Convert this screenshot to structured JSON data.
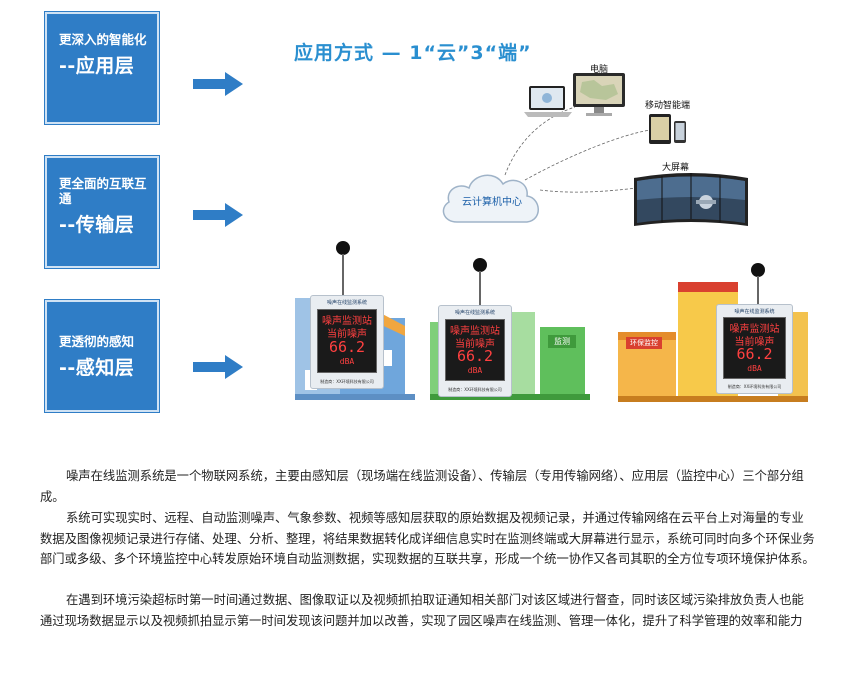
{
  "layers": [
    {
      "sub": "更深入的智能化",
      "main": "--应用层"
    },
    {
      "sub": "更全面的互联互通",
      "main": "--传输层"
    },
    {
      "sub": "更透彻的感知",
      "main": "--感知层"
    }
  ],
  "title": "应用方式 — 1“云”3“端”",
  "devices": {
    "computer": "电脑",
    "mobile": "移动智能端",
    "screen": "大屏幕"
  },
  "cloud_label": "云计算机中心",
  "station": {
    "header": "噪声在线监测系统",
    "line1": "噪声监测站",
    "line2": "当前噪声",
    "value": "66.2",
    "unit": "dBA",
    "footer": "制造商：XX环境科技有限公司"
  },
  "building_label_1": "监测",
  "building_label_2": "环保监控",
  "paragraphs": [
    "噪声在线监测系统是一个物联网系统，主要由感知层（现场端在线监测设备）、传输层（专用传输网络）、应用层（监控中心）三个部分组成。",
    "系统可实现实时、远程、自动监测噪声、气象参数、视频等感知层获取的原始数据及视频记录，并通过传输网络在云平台上对海量的专业数据及图像视频记录进行存储、处理、分析、整理，将结果数据转化成详细信息实时在监测终端或大屏幕进行显示，系统可同时向多个环保业务部门或多级、多个环境监控中心转发原始环境自动监测数据，实现数据的互联共享，形成一个统一协作又各司其职的全方位专项环境保护体系。",
    "在遇到环境污染超标时第一时间通过数据、图像取证以及视频抓拍取证通知相关部门对该区域进行督查，同时该区域污染排放负责人也能通过现场数据显示以及视频抓拍显示第一时间发现该问题并加以改善，实现了园区噪声在线监测、管理一体化，提升了科学管理的效率和能力"
  ]
}
